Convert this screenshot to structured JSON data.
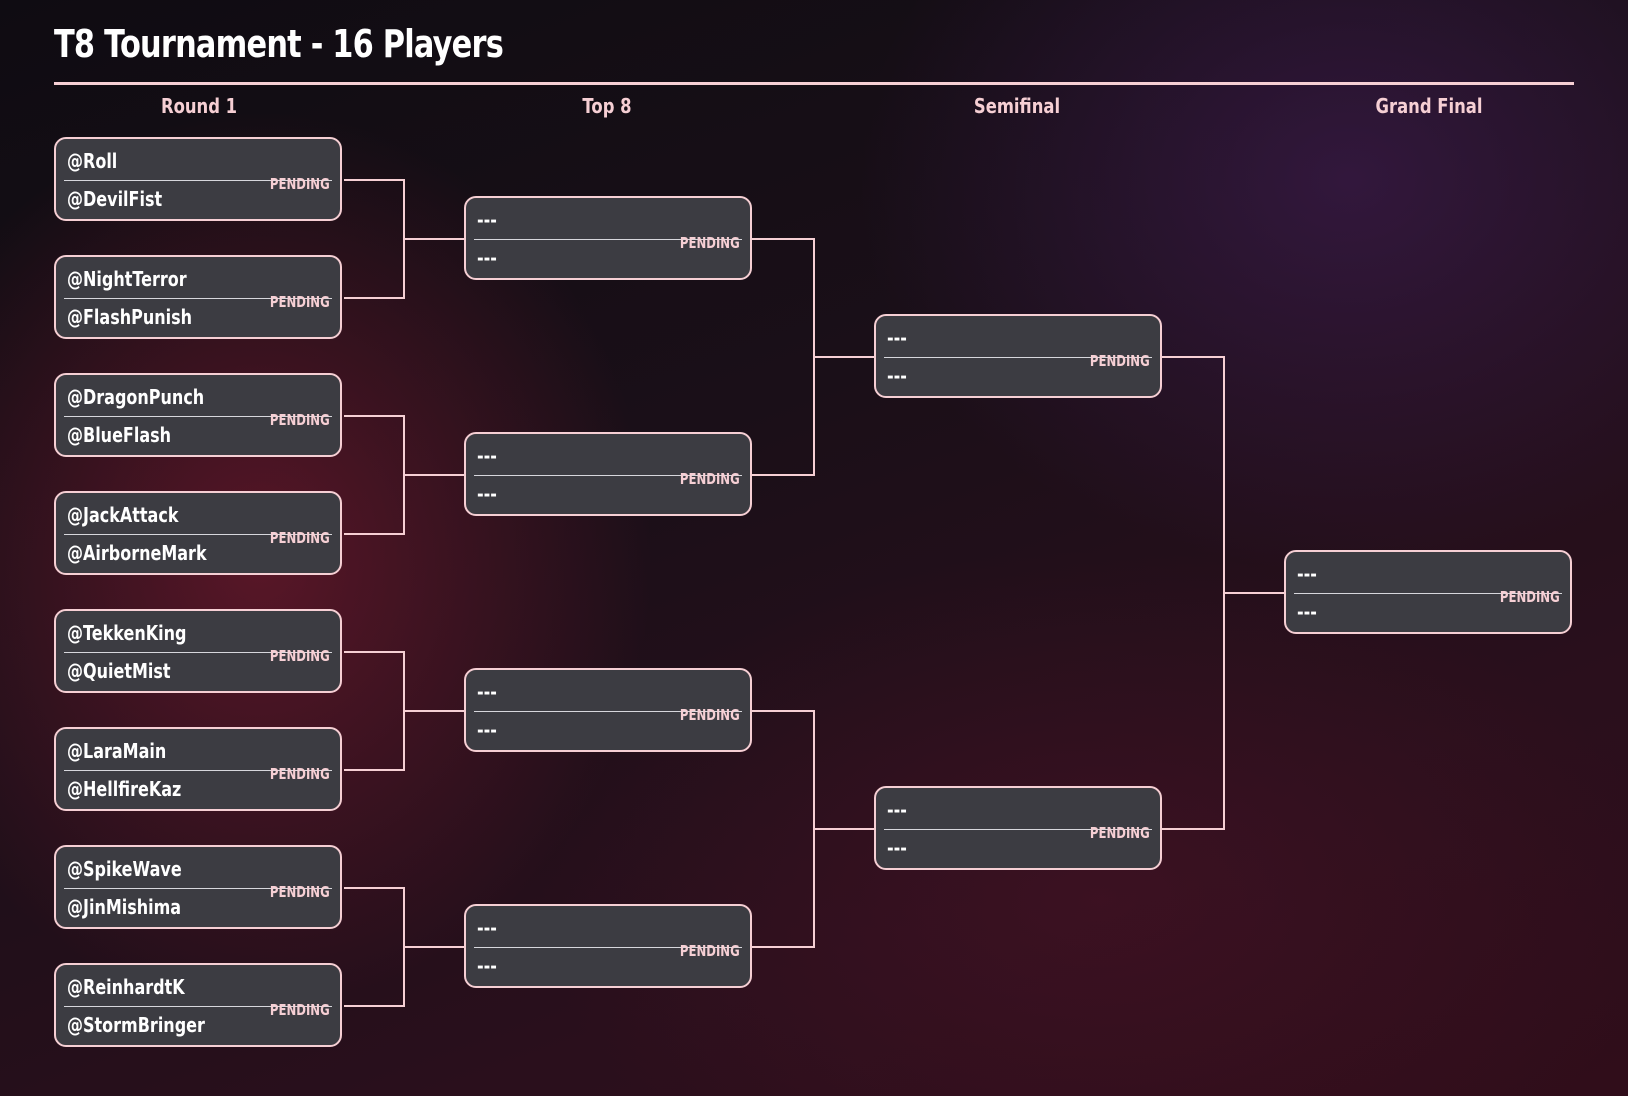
{
  "title": "T8 Tournament - 16 Players",
  "colors": {
    "accent": "#f6cfd4",
    "match_bg": "#3c3c42",
    "text": "#ffffff"
  },
  "rounds": [
    {
      "label": "Round 1",
      "matches": [
        {
          "p1": "@Roll",
          "p2": "@DevilFist",
          "status": "PENDING"
        },
        {
          "p1": "@NightTerror",
          "p2": "@FlashPunish",
          "status": "PENDING"
        },
        {
          "p1": "@DragonPunch",
          "p2": "@BlueFlash",
          "status": "PENDING"
        },
        {
          "p1": "@JackAttack",
          "p2": "@AirborneMark",
          "status": "PENDING"
        },
        {
          "p1": "@TekkenKing",
          "p2": "@QuietMist",
          "status": "PENDING"
        },
        {
          "p1": "@LaraMain",
          "p2": "@HellfireKaz",
          "status": "PENDING"
        },
        {
          "p1": "@SpikeWave",
          "p2": "@JinMishima",
          "status": "PENDING"
        },
        {
          "p1": "@ReinhardtK",
          "p2": "@StormBringer",
          "status": "PENDING"
        }
      ]
    },
    {
      "label": "Top 8",
      "matches": [
        {
          "p1": "---",
          "p2": "---",
          "status": "PENDING"
        },
        {
          "p1": "---",
          "p2": "---",
          "status": "PENDING"
        },
        {
          "p1": "---",
          "p2": "---",
          "status": "PENDING"
        },
        {
          "p1": "---",
          "p2": "---",
          "status": "PENDING"
        }
      ]
    },
    {
      "label": "Semifinal",
      "matches": [
        {
          "p1": "---",
          "p2": "---",
          "status": "PENDING"
        },
        {
          "p1": "---",
          "p2": "---",
          "status": "PENDING"
        }
      ]
    },
    {
      "label": "Grand Final",
      "matches": [
        {
          "p1": "---",
          "p2": "---",
          "status": "PENDING"
        }
      ]
    }
  ]
}
